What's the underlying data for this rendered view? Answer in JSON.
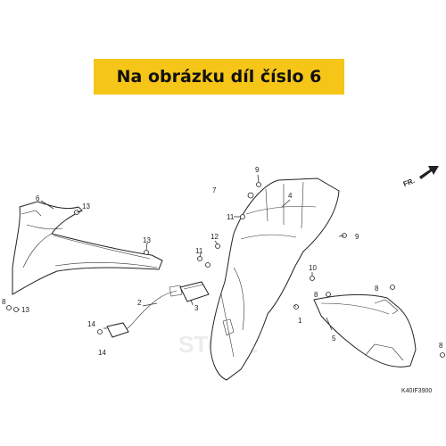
{
  "banner": {
    "text": "Na obrázku díl číslo 6",
    "bg_color": "#f5c518"
  },
  "direction": {
    "text": "FR."
  },
  "diagram_code": "K40IF3900",
  "callouts": {
    "c1": "1",
    "c2": "2",
    "c3": "3",
    "c4": "4",
    "c5": "5",
    "c6": "6",
    "c7": "7",
    "c8a": "8",
    "c8b": "8",
    "c8c": "8",
    "c9a": "9",
    "c9b": "9",
    "c10": "10",
    "c11a": "11",
    "c11b": "11",
    "c12": "12",
    "c13a": "13",
    "c13b": "13",
    "c13c": "13",
    "c14a": "14",
    "c14b": "14"
  },
  "watermark": "STONE"
}
